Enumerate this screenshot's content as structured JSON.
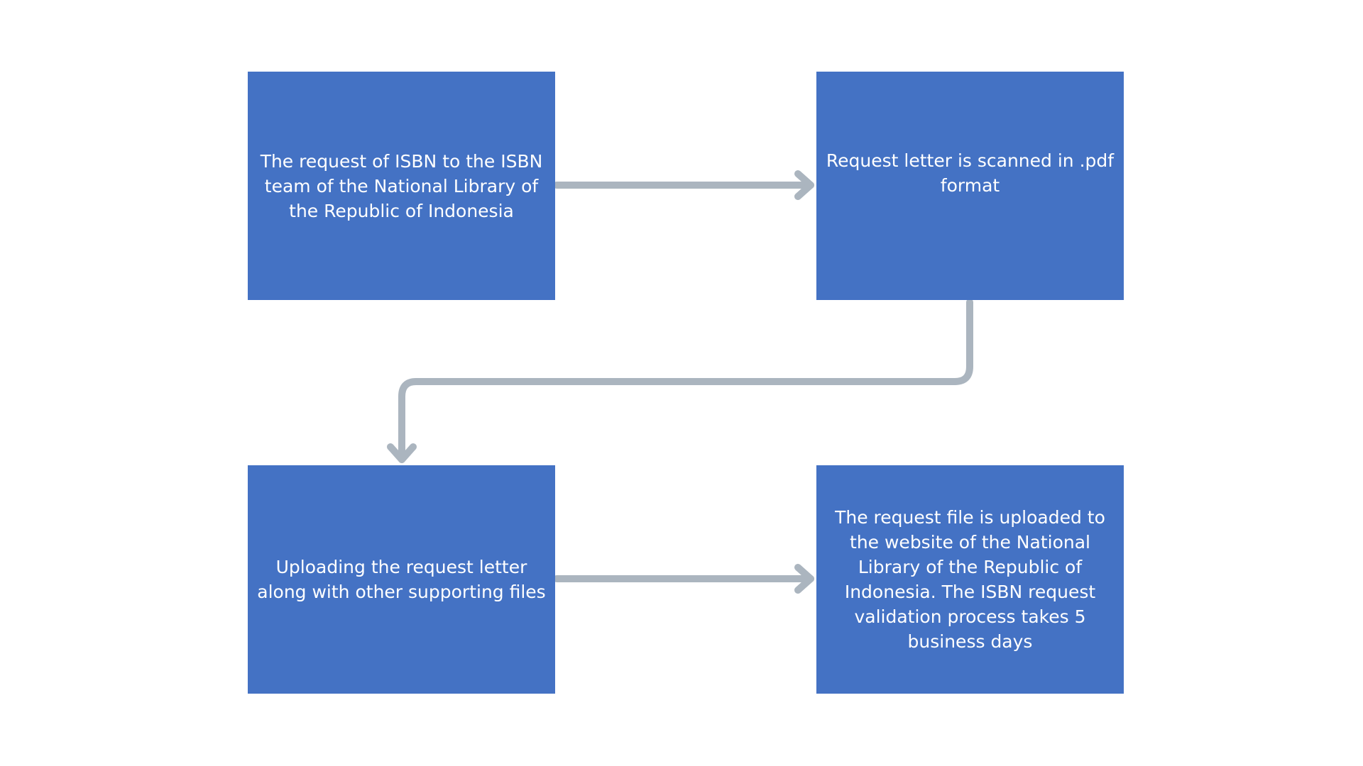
{
  "colors": {
    "background": "#ffffff",
    "box_fill": "#4472c4",
    "box_text": "#ffffff",
    "connector": "#abb5bf"
  },
  "steps": [
    {
      "text": "The request of ISBN to the ISBN team of the National Library of the Republic of Indonesia"
    },
    {
      "text": "Request letter is scanned in .pdf format"
    },
    {
      "text": "Uploading the request letter along with other supporting files"
    },
    {
      "text": "The request file is uploaded to the website of the National Library of the Republic of Indonesia. The ISBN request validation process takes 5 business days"
    }
  ]
}
